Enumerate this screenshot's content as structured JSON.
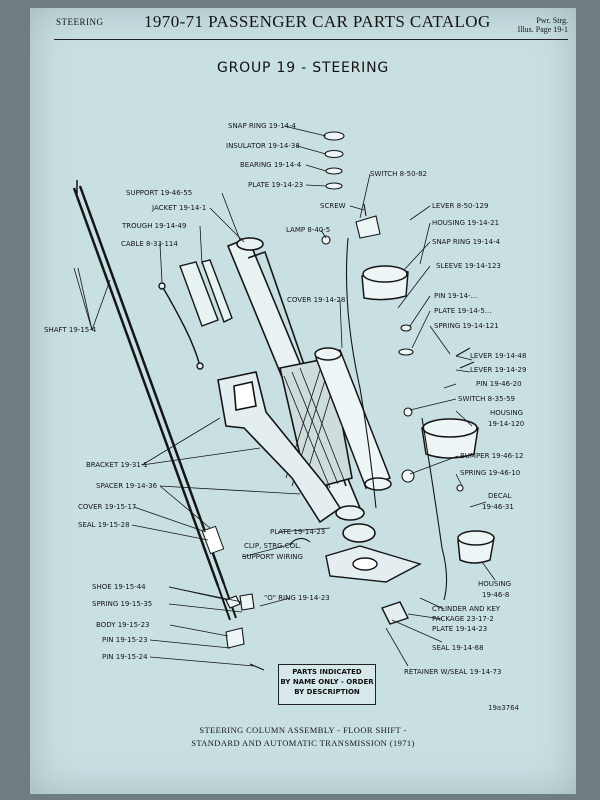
{
  "header": {
    "section": "STEERING",
    "title": "1970-71 PASSENGER CAR PARTS CATALOG",
    "ref_line1": "Pwr. Strg.",
    "ref_line2": "Illus. Page 19-1"
  },
  "group_title": "GROUP 19 - STEERING",
  "labels": {
    "snap_ring_top": "SNAP RING 19-14-4",
    "insulator": "INSULATOR 19-14-38",
    "bearing": "BEARING 19-14-4",
    "plate_top": "PLATE 19-14-23",
    "screw": "SCREW",
    "lamp": "LAMP 8-40-5",
    "switch_top": "SWITCH 8-50-82",
    "support": "SUPPORT 19-46-55",
    "jacket": "JACKET 19-14-1",
    "trough": "TROUGH 19-14-49",
    "cable": "CABLE 8-33-114",
    "lever_top": "LEVER 8-50-129",
    "housing_top": "HOUSING 19-14-21",
    "snap_ring_right": "SNAP RING 19-14-4",
    "sleeve": "SLEEVE 19-14-123",
    "cover_mid": "COVER 19-14-28",
    "pin_right": "PIN 19-14-...",
    "plate_right": "PLATE 19-14-5...",
    "spring_right": "SPRING 19-14-121",
    "shaft": "SHAFT 19-15-4",
    "lever_48": "LEVER 19-14-48",
    "lever_29": "LEVER 19-14-29",
    "pin_20": "PIN 19-46-20",
    "switch_59": "SWITCH 8-35-59",
    "housing_mid_1": "HOUSING",
    "housing_mid_2": "19-14-120",
    "bumper": "BUMPER 19-46-12",
    "spring_10": "SPRING 19-46-10",
    "bracket": "BRACKET 19-31-1",
    "spacer": "SPACER 19-14-36",
    "cover_left": "COVER 19-15-17",
    "seal_left": "SEAL 19-15-28",
    "decal_1": "DECAL",
    "decal_2": "19-46-31",
    "plate_mid": "PLATE 19-14-23",
    "clip_1": "CLIP, STRG.COL.",
    "clip_2": "SUPPORT WIRING",
    "shoe": "SHOE 19-15-44",
    "spring_35": "SPRING 19-15-35",
    "o_ring": "\"O\" RING 19-14-23",
    "housing_bot_1": "HOUSING",
    "housing_bot_2": "19-46-8",
    "body": "BODY 19-15-23",
    "pin_23": "PIN 19-15-23",
    "pin_24": "PIN 19-15-24",
    "cylinder_1": "CYLINDER AND KEY",
    "cylinder_2": "PACKAGE 23-17-2",
    "plate_bot": "PLATE 19-14-23",
    "seal_bot": "SEAL 19-14-68",
    "retainer": "RETAINER W/SEAL 19-14-73"
  },
  "parts_box": {
    "line1": "PARTS INDICATED",
    "line2": "BY NAME ONLY - ORDER",
    "line3": "BY DESCRIPTION"
  },
  "plate_number": "19a3764",
  "caption": {
    "line1": "STEERING COLUMN ASSEMBLY - FLOOR SHIFT -",
    "line2": "STANDARD AND AUTOMATIC TRANSMISSION (1971)"
  }
}
